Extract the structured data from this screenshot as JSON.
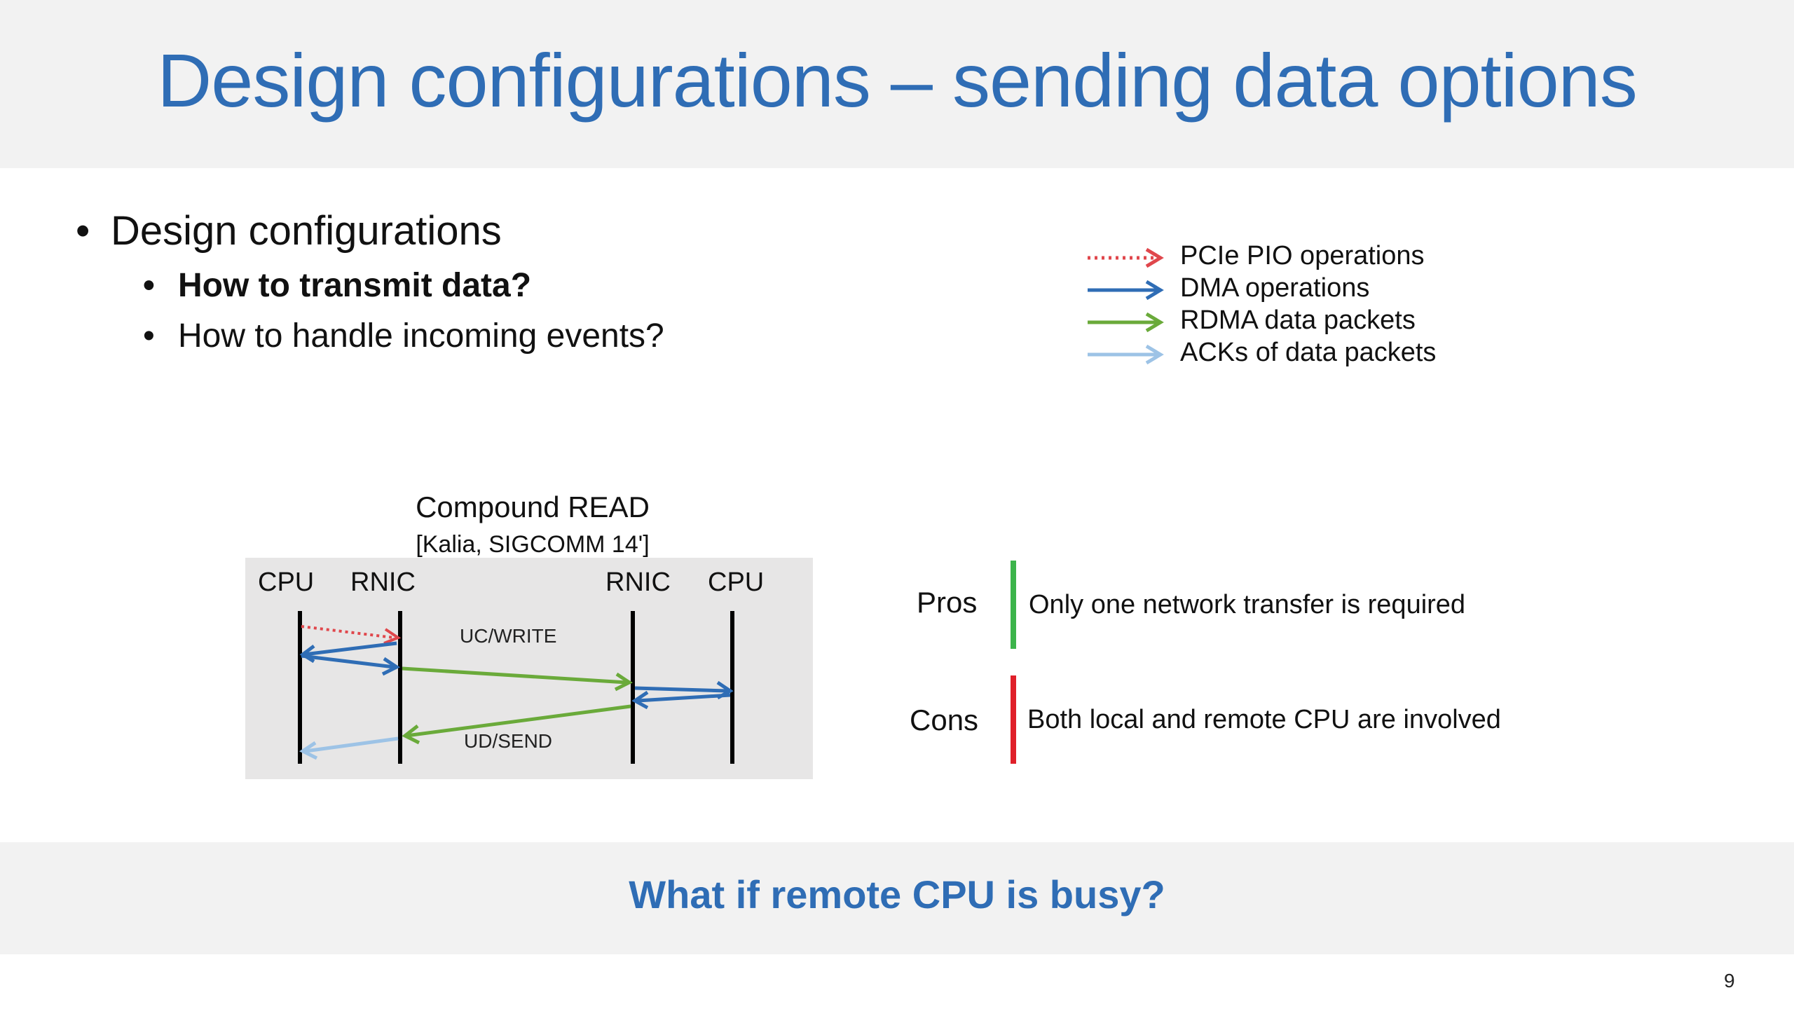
{
  "slide": {
    "title": "Design configurations – sending data options",
    "page_number": "9"
  },
  "bullets": {
    "level1": "Design configurations",
    "level2": [
      {
        "text": "How to transmit data?",
        "bold": true
      },
      {
        "text": "How to handle incoming events?",
        "bold": false
      }
    ]
  },
  "legend": {
    "items": [
      {
        "label": "PCIe PIO operations",
        "color": "#e0474c",
        "style": "dotted"
      },
      {
        "label": "DMA operations",
        "color": "#2f6db5",
        "style": "solid"
      },
      {
        "label": "RDMA data packets",
        "color": "#6aaa3a",
        "style": "solid"
      },
      {
        "label": "ACKs of data packets",
        "color": "#9dc3e6",
        "style": "solid"
      }
    ]
  },
  "diagram": {
    "title": "Compound READ",
    "citation": "[Kalia, SIGCOMM 14']",
    "nodes": [
      "CPU",
      "RNIC",
      "RNIC",
      "CPU"
    ],
    "operations": [
      "UC/WRITE",
      "UD/SEND"
    ]
  },
  "pros_cons": {
    "pros_label": "Pros",
    "pros_text": "Only one network transfer is required",
    "pros_color": "#3cb44b",
    "cons_label": "Cons",
    "cons_text": "Both local and remote CPU are involved",
    "cons_color": "#e0202a"
  },
  "question": "What if remote CPU is busy?",
  "colors": {
    "accent": "#2f6db5",
    "band": "#f2f2f2",
    "diagram_bg": "#e7e6e6"
  }
}
